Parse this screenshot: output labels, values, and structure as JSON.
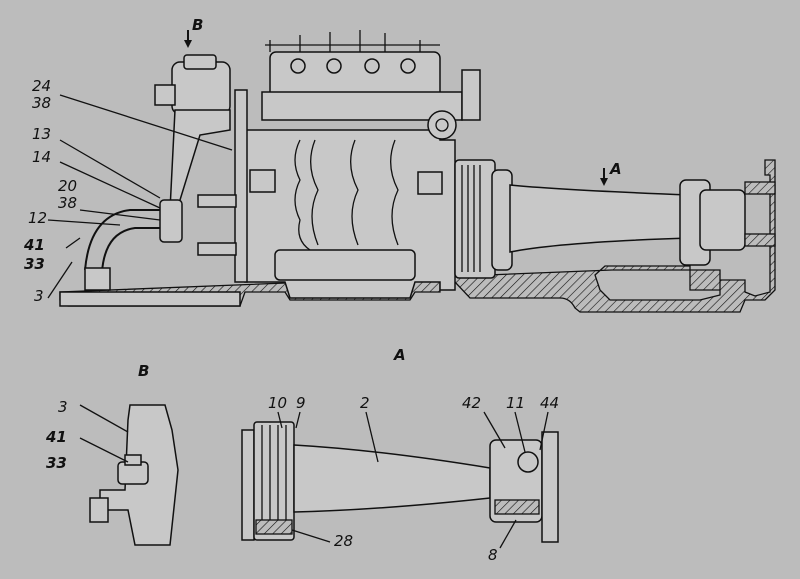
{
  "views": {
    "main_top_arrow": "B",
    "side_arrow": "A",
    "view_a_title": "A",
    "view_b_title": "B"
  },
  "callouts_main": [
    "24",
    "38",
    "13",
    "14",
    "20",
    "38",
    "12",
    "41",
    "33",
    "3"
  ],
  "callouts_view_b": [
    "3",
    "41",
    "33"
  ],
  "callouts_view_a": [
    "10",
    "9",
    "2",
    "42",
    "11",
    "44",
    "28",
    "8"
  ]
}
